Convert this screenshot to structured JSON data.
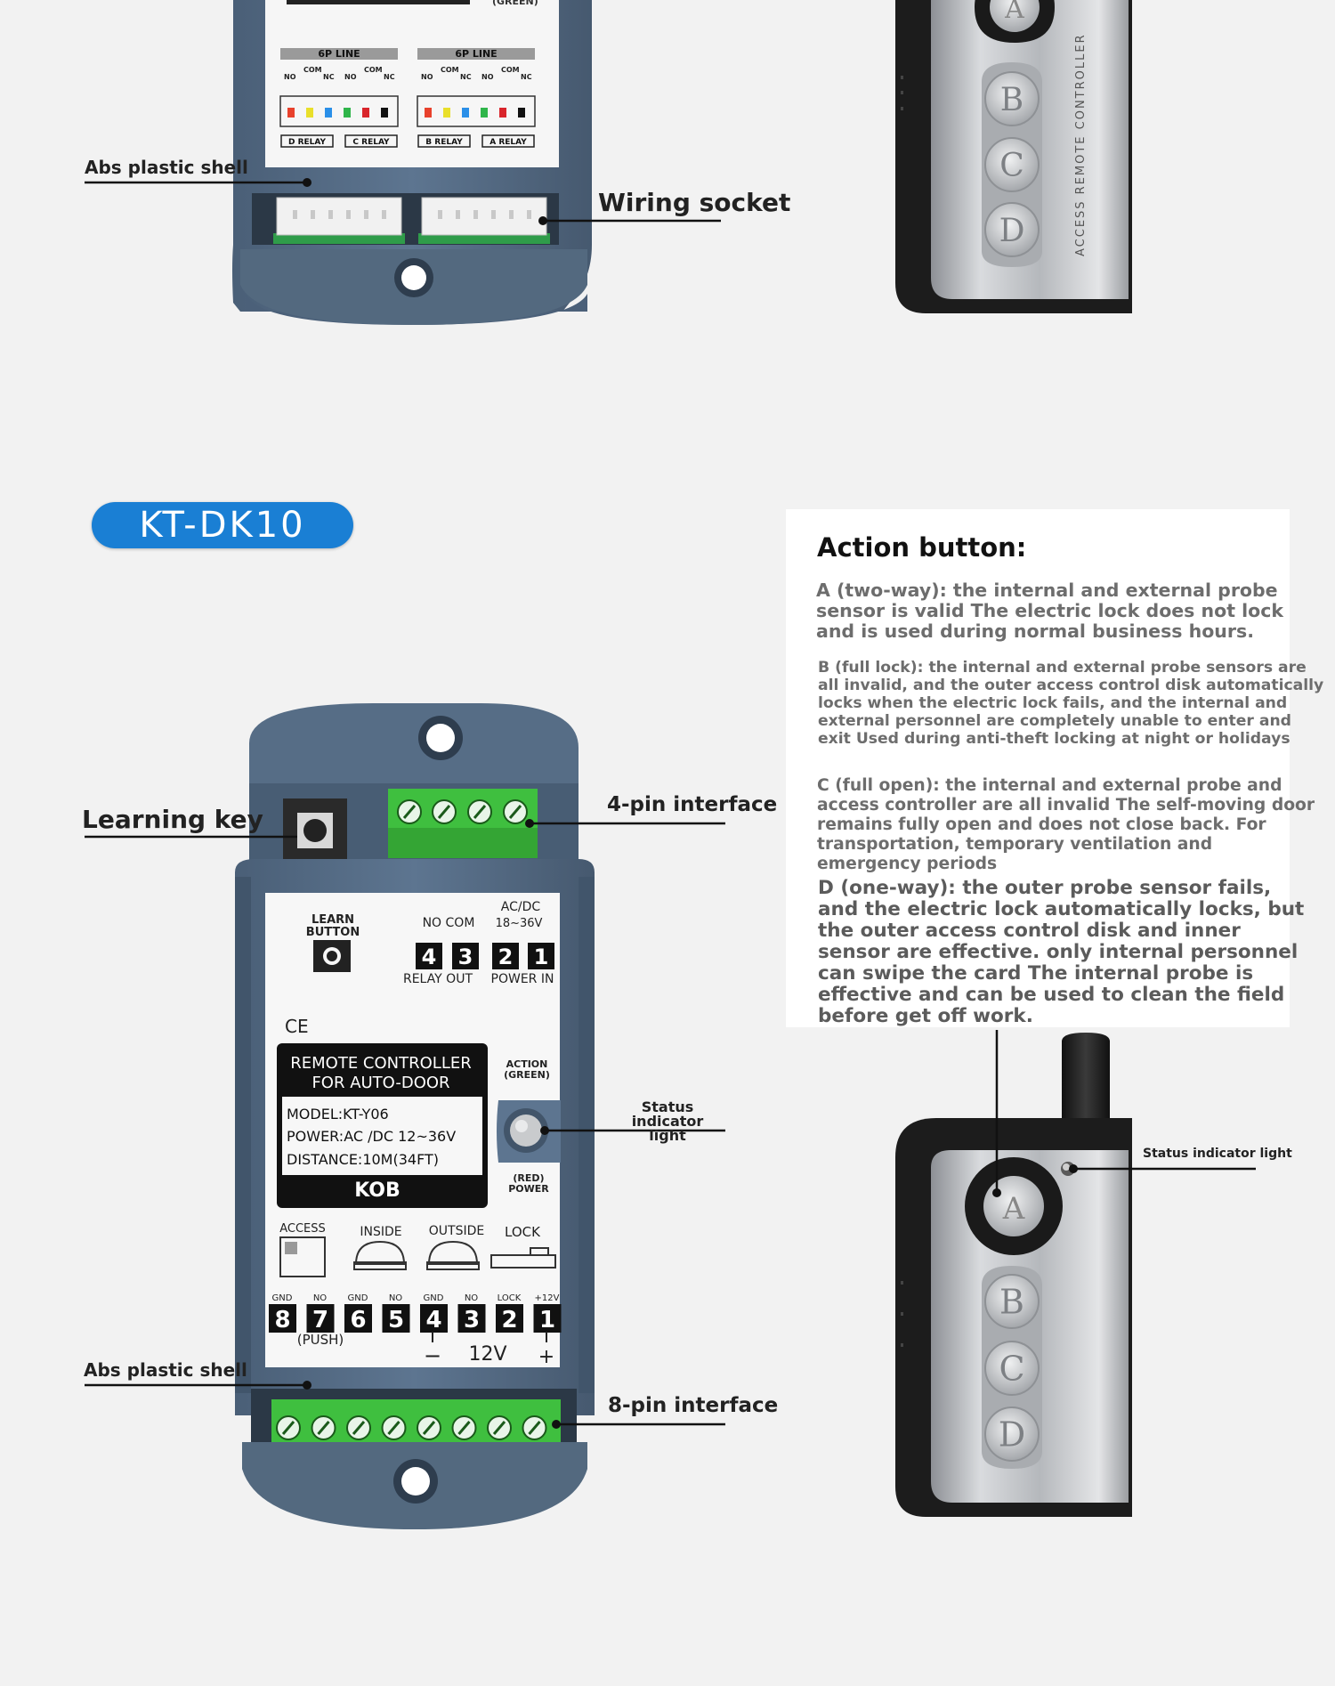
{
  "model_badge": "KT-DK10",
  "callouts": {
    "top_shell": "Abs plastic shell",
    "wiring_socket": "Wiring socket",
    "learning_key": "Learning key",
    "four_pin": "4-pin interface",
    "status_indicator": "Status indicator\nlight",
    "shell": "Abs plastic shell",
    "eight_pin": "8-pin interface",
    "remote_status": "Status indicator light"
  },
  "action_panel": {
    "title": "Action button:",
    "a": "A (two-way): the internal and external probe sensor is valid The electric lock does not lock and is used during normal business hours.",
    "b": "B (full lock): the internal and external probe sensors are all invalid, and the outer access control disk automatically locks when the electric lock fails, and the internal and external personnel are completely unable to enter and exit Used during anti-theft locking at night or holidays",
    "c": "C (full open): the internal and external probe and access controller are all invalid The self-moving door remains fully open and does not close back. For transportation, temporary ventilation and emergency periods",
    "d": "D (one-way): the outer probe sensor fails, and the electric lock automatically locks, but the outer access control disk and inner sensor are effective. only internal personnel can swipe the card The internal probe is effective and can be used to clean the field before get off work."
  },
  "top_label": {
    "six_p_line": "6P LINE",
    "pin_no": "NO",
    "pin_com": "COM",
    "pin_nc": "NC",
    "relay_d": "D RELAY",
    "relay_c": "C RELAY",
    "relay_b": "B RELAY",
    "relay_a": "A RELAY",
    "green_fragment": "(GREEN)"
  },
  "remote": {
    "buttons": [
      "A",
      "B",
      "C",
      "D"
    ],
    "side_text": "ACCESS REMOTE CONTROLLER"
  },
  "device_label": {
    "learn_button": "LEARN\nBUTTON",
    "no_com": "NO COM",
    "acdc": "AC/DC",
    "voltage": "18~36V",
    "top_terminals": [
      "4",
      "3",
      "2",
      "1"
    ],
    "relay_out": "RELAY OUT",
    "power_in": "POWER IN",
    "ce": "CE",
    "title_line1": "REMOTE CONTROLLER",
    "title_line2": "FOR AUTO-DOOR",
    "model": "MODEL:KT-Y06",
    "power": "POWER:AC /DC 12~36V",
    "distance": "DISTANCE:10M(34FT)",
    "brand": "KOB",
    "action_green": "ACTION\n(GREEN)",
    "red_power": "(RED)\nPOWER",
    "access": "ACCESS",
    "inside": "INSIDE",
    "outside": "OUTSIDE",
    "lock": "LOCK",
    "pin_labels": [
      "GND",
      "NO",
      "GND",
      "NO",
      "GND",
      "NO",
      "LOCK",
      "+12V"
    ],
    "bottom_terminals": [
      "8",
      "7",
      "6",
      "5",
      "4",
      "3",
      "2",
      "1"
    ],
    "push": "(PUSH)",
    "v12": "12V",
    "minus": "−",
    "plus": "+"
  },
  "colors": {
    "shell": "#566d86",
    "shell_dark": "#3f536a",
    "badge_blue": "#1a7fd4",
    "terminal_green": "#3fbf3f",
    "socket_green": "#2f9c4a",
    "remote_black": "#1c1c1c",
    "remote_silver": "#b9bcc0",
    "wire_colors": [
      "#e8412c",
      "#e9df2a",
      "#2a8fe8",
      "#2fb54a",
      "#d9252b",
      "#111111"
    ]
  }
}
